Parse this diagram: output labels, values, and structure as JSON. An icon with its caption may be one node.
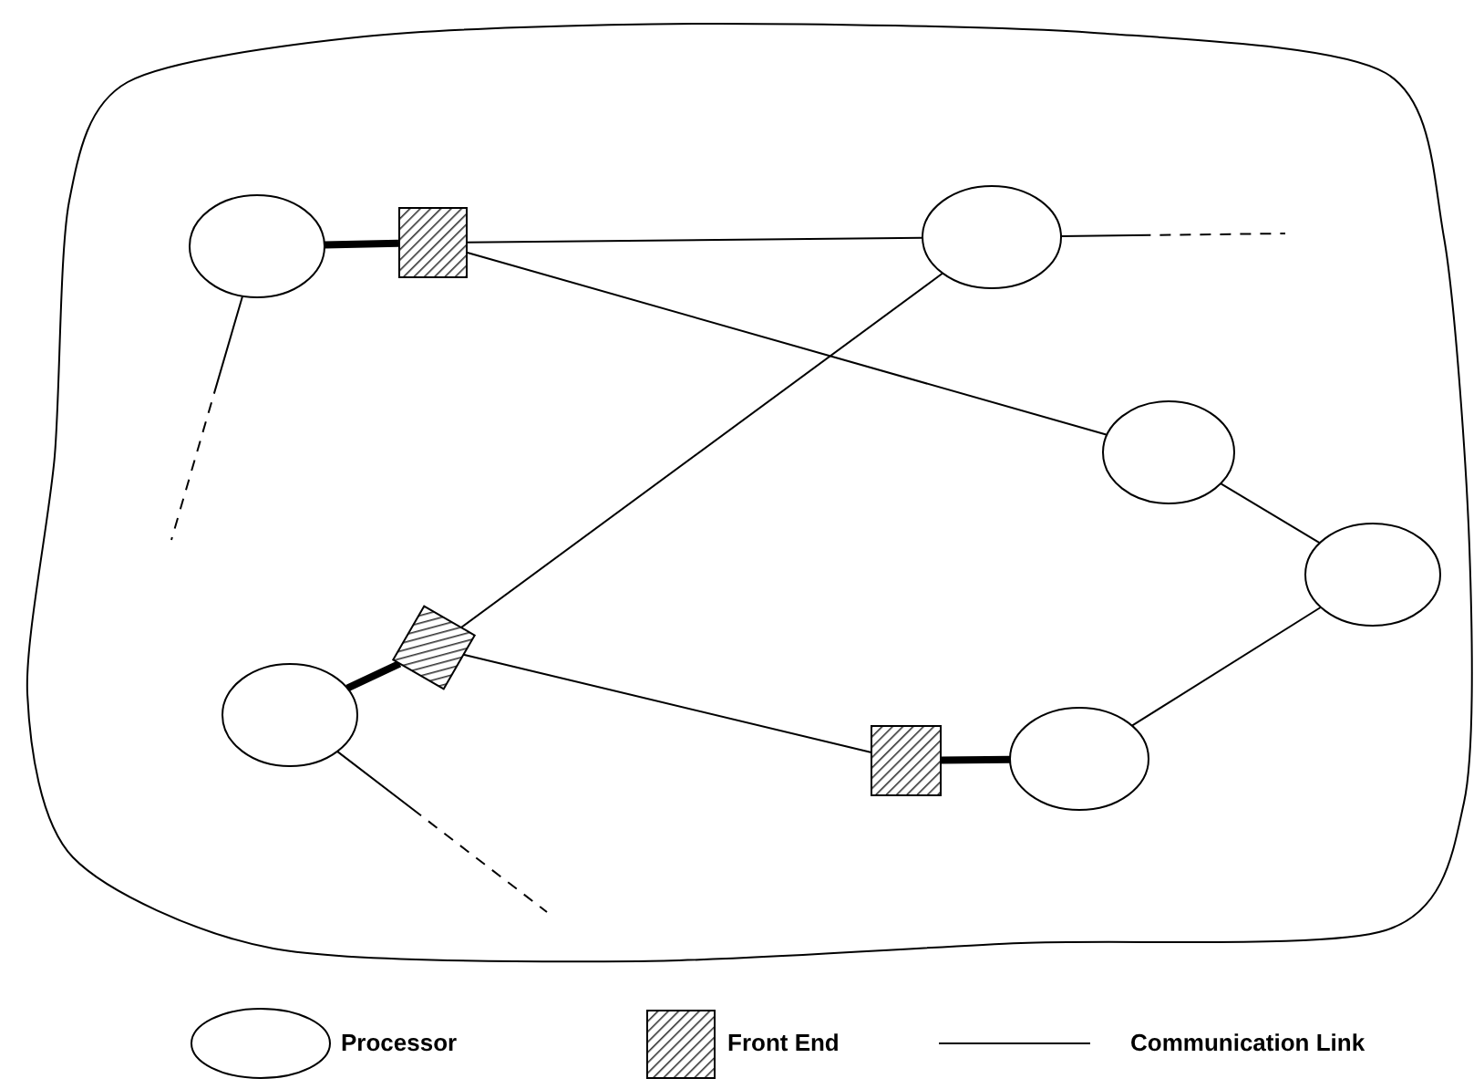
{
  "diagram": {
    "nodes": [
      {
        "text": [],
        "shape": "circle"
      },
      {
        "text": [],
        "shape": "box"
      },
      {
        "text": [],
        "shape": "circle"
      },
      {
        "text": [],
        "shape": "circle"
      },
      {
        "text": [],
        "shape": "circle"
      },
      {
        "text": [],
        "shape": "box"
      },
      {
        "text": [],
        "shape": "circle"
      },
      {
        "text": [],
        "shape": "box"
      },
      {
        "text": [],
        "shape": "circle"
      }
    ],
    "edges": [
      {
        "from": 0,
        "to": 1,
        "arrow": "none",
        "style": "thick"
      },
      {
        "from": 1,
        "to": 2,
        "arrow": "none"
      },
      {
        "from": 1,
        "to": 3,
        "arrow": "none"
      },
      {
        "from": 2,
        "to": 5,
        "arrow": "none"
      },
      {
        "from": 3,
        "to": 4,
        "arrow": "none"
      },
      {
        "from": 4,
        "to": 8,
        "arrow": "none"
      },
      {
        "from": 5,
        "to": 6,
        "arrow": "none",
        "style": "thick"
      },
      {
        "from": 5,
        "to": 7,
        "arrow": "none"
      },
      {
        "from": 7,
        "to": 8,
        "arrow": "none",
        "style": "thick"
      },
      {
        "from": 2,
        "to": null,
        "arrow": "none",
        "style": "dashed"
      },
      {
        "from": 0,
        "to": null,
        "arrow": "none",
        "style": "dashed"
      },
      {
        "from": 6,
        "to": null,
        "arrow": "none",
        "style": "dashed"
      }
    ],
    "legend": [
      {
        "text": "Processor"
      },
      {
        "text": "Front End"
      },
      {
        "text": "Communication Link"
      }
    ]
  }
}
